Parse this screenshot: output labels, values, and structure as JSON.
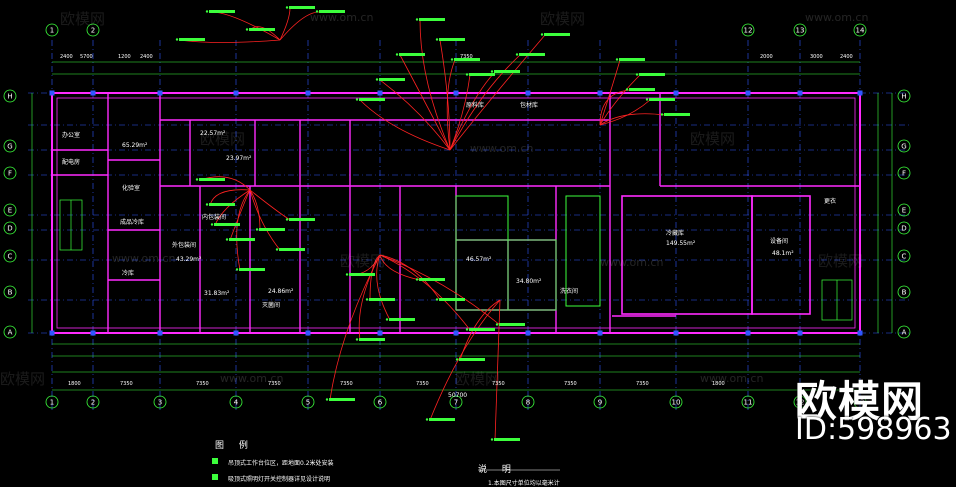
{
  "watermark": {
    "brand": "欧模网",
    "url": "www.om.cn"
  },
  "logo": {
    "text": "欧模网",
    "id_text": "ID:598963"
  },
  "axes": {
    "top_numbers": [
      "1",
      "2",
      "12",
      "13",
      "14"
    ],
    "bottom_numbers": [
      "1",
      "2",
      "3",
      "4",
      "5",
      "6",
      "7",
      "8",
      "9",
      "10",
      "11",
      "12",
      "13"
    ],
    "left_letters": [
      "H",
      "G",
      "F",
      "E",
      "D",
      "C",
      "B",
      "A"
    ],
    "right_letters": [
      "H",
      "G",
      "F",
      "E",
      "D",
      "C",
      "B",
      "A"
    ]
  },
  "dimensions": {
    "top": [
      "2400",
      "5700",
      "1200",
      "2400",
      "7350",
      "2000",
      "3000",
      "2400"
    ],
    "bottom": [
      "1800",
      "7350",
      "7350",
      "7350",
      "7350",
      "7350",
      "7350",
      "7350",
      "7350",
      "1800"
    ],
    "total": "50700"
  },
  "rooms": [
    {
      "name": "办公室"
    },
    {
      "name": "配电房"
    },
    {
      "name": "化验室"
    },
    {
      "name": "成品冷库"
    },
    {
      "name": "冷库"
    },
    {
      "name": "外包装间"
    },
    {
      "name": "内包装间"
    },
    {
      "name": "灭菌间"
    },
    {
      "name": "原料库"
    },
    {
      "name": "包材库"
    },
    {
      "name": "冷藏库"
    },
    {
      "name": "设备间"
    },
    {
      "name": "洗衣间"
    },
    {
      "name": "更衣"
    }
  ],
  "areas": [
    "65.29m²",
    "22.57m²",
    "23.97m²",
    "149.55m²",
    "48.1m²",
    "34.80m²",
    "31.83m²",
    "24.86m²",
    "43.29m²",
    "46.57m²"
  ],
  "legend": {
    "title": "图 例",
    "items": [
      "吊顶式工作台位区，距地面0.2米处安装",
      "吸顶式照明灯开关控制器详见设计说明"
    ]
  },
  "notes": {
    "title": "说 明",
    "items": [
      "1.本图尺寸单位均以毫米计"
    ]
  },
  "colors": {
    "background": "#000000",
    "wall": "#ff2bff",
    "axis": "#2f57ff",
    "dimension": "#3cff3c",
    "leader": "#ff2222",
    "text": "#ffffff"
  }
}
